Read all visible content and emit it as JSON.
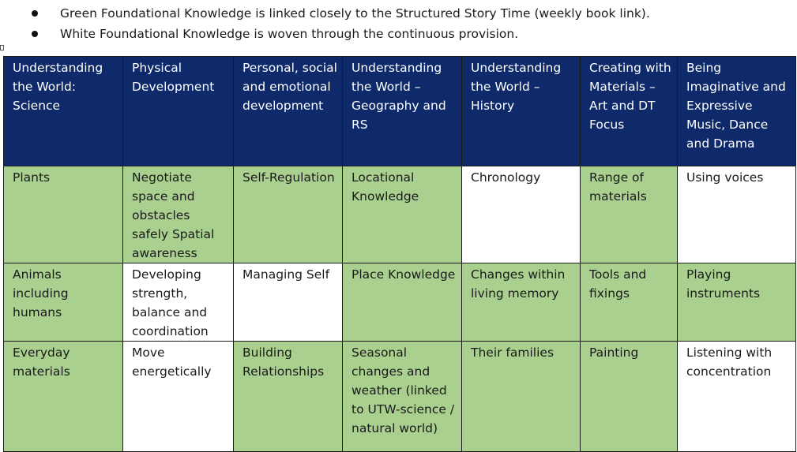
{
  "bullets": [
    "Green Foundational Knowledge is linked closely to the Structured Story Time (weekly book link).",
    "White Foundational Knowledge is woven through the continuous provision."
  ],
  "colors": {
    "header_bg": "#0e2a6b",
    "green": "#a9d08e",
    "white": "#ffffff"
  },
  "table": {
    "headers": [
      "Understanding the World: Science",
      "Physical Development",
      "Personal, social and emotional development",
      "Understanding the World – Geography and RS",
      "Understanding the World – History",
      "Creating with Materials – Art and DT Focus",
      "Being Imaginative and Expressive Music, Dance and Drama"
    ],
    "rows": [
      {
        "cells": [
          {
            "text": "Plants",
            "fill": "green"
          },
          {
            "text": "Negotiate space and obstacles safely Spatial awareness",
            "fill": "green"
          },
          {
            "text": "Self-Regulation",
            "fill": "green"
          },
          {
            "text": "Locational Knowledge",
            "fill": "green"
          },
          {
            "text": "Chronology",
            "fill": "white"
          },
          {
            "text": "Range of materials",
            "fill": "green"
          },
          {
            "text": "Using voices",
            "fill": "white"
          }
        ]
      },
      {
        "cells": [
          {
            "text": "Animals including humans",
            "fill": "green"
          },
          {
            "text": "Developing strength, balance and coordination",
            "fill": "white"
          },
          {
            "text": "Managing Self",
            "fill": "white"
          },
          {
            "text": "Place Knowledge",
            "fill": "green"
          },
          {
            "text": "Changes within living memory",
            "fill": "green"
          },
          {
            "text": "Tools and fixings",
            "fill": "green"
          },
          {
            "text": "Playing instruments",
            "fill": "green"
          }
        ]
      },
      {
        "cells": [
          {
            "text": "Everyday materials",
            "fill": "green"
          },
          {
            "text": "Move energetically",
            "fill": "white"
          },
          {
            "text": "Building Relationships",
            "fill": "green"
          },
          {
            "text": "Seasonal changes and weather (linked to UTW-science / natural world)",
            "fill": "green"
          },
          {
            "text": "Their families",
            "fill": "green"
          },
          {
            "text": "Painting",
            "fill": "green"
          },
          {
            "text": "Listening with concentration",
            "fill": "white"
          }
        ]
      }
    ]
  }
}
